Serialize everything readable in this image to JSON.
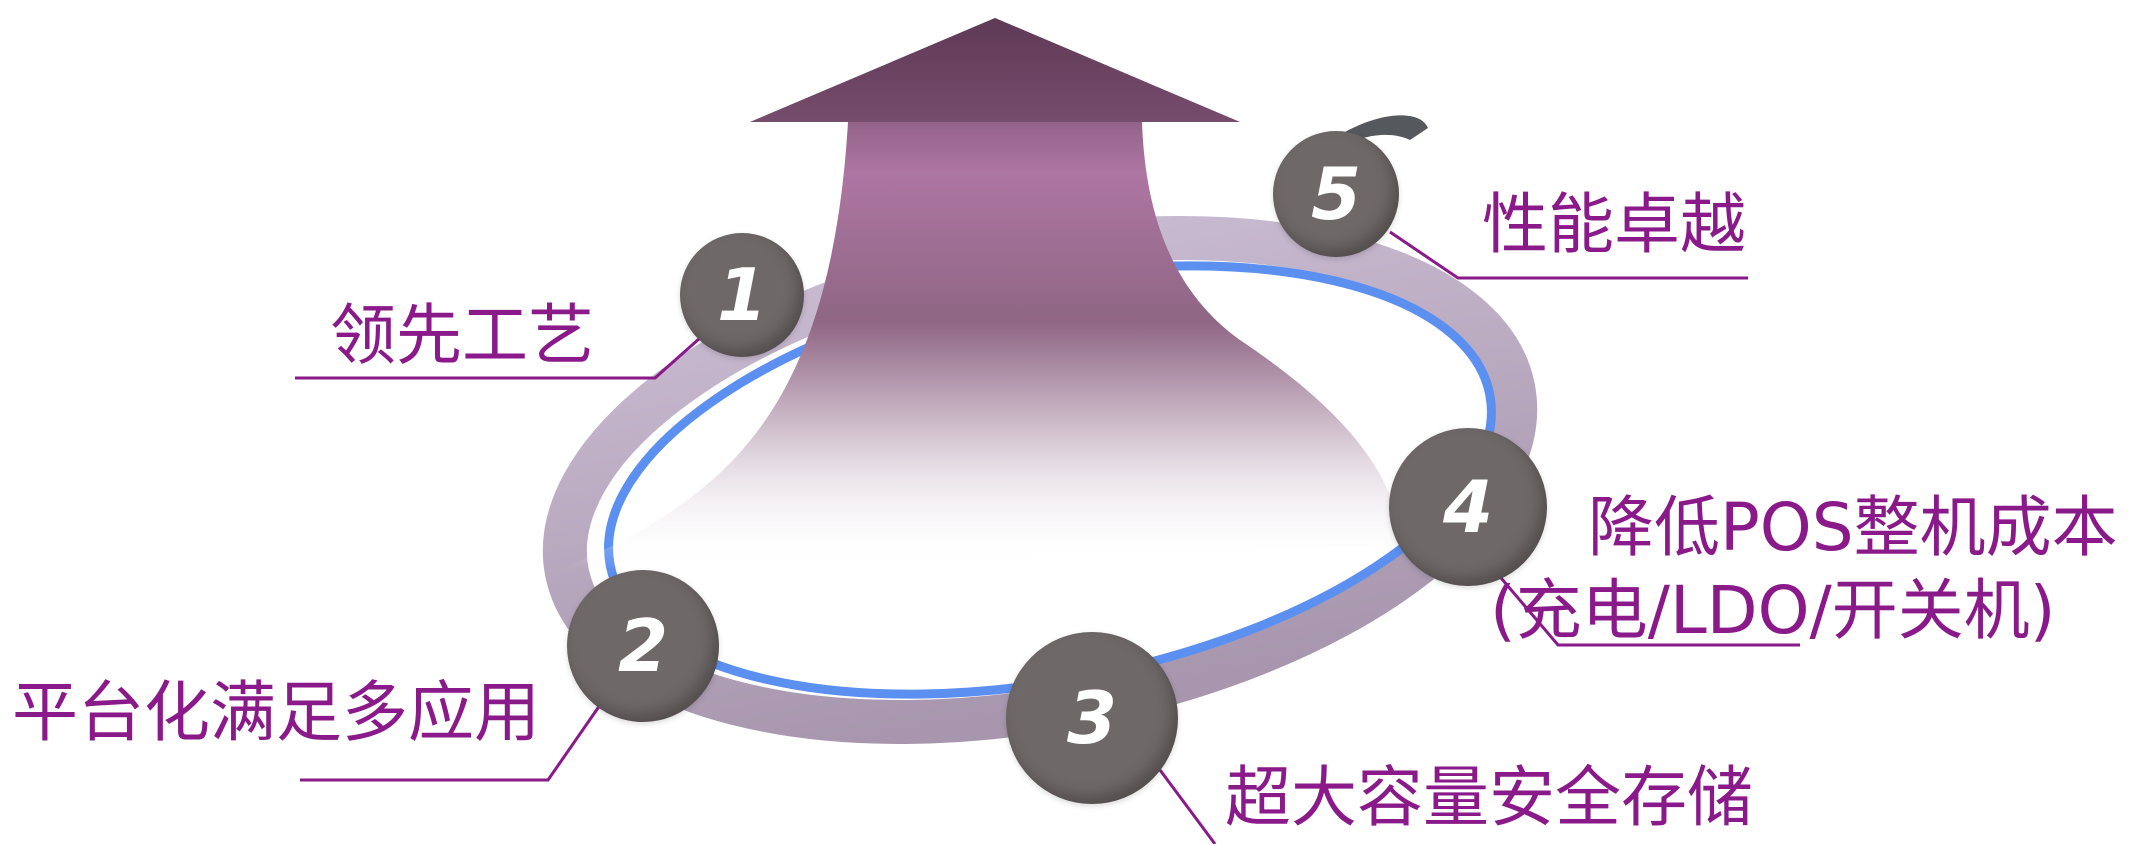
{
  "colors": {
    "label_text": "#8a1a8a",
    "leader_line": "#8a1a8a",
    "node_fill": "#6f6868",
    "node_text": "#ffffff",
    "ring_outer": "#b3a3bd",
    "ring_inner": "#5b8ff0",
    "arrow_top": "#5e3a56",
    "arrow_mid": "#ad76a2"
  },
  "nodes": [
    {
      "number": "1",
      "label": "领先工艺"
    },
    {
      "number": "2",
      "label": "平台化满足多应用"
    },
    {
      "number": "3",
      "label": "超大容量安全存储"
    },
    {
      "number": "4",
      "label_line1": "降低POS整机成本",
      "label_line2": "(充电/LDO/开关机)"
    },
    {
      "number": "5",
      "label": "性能卓越"
    }
  ]
}
